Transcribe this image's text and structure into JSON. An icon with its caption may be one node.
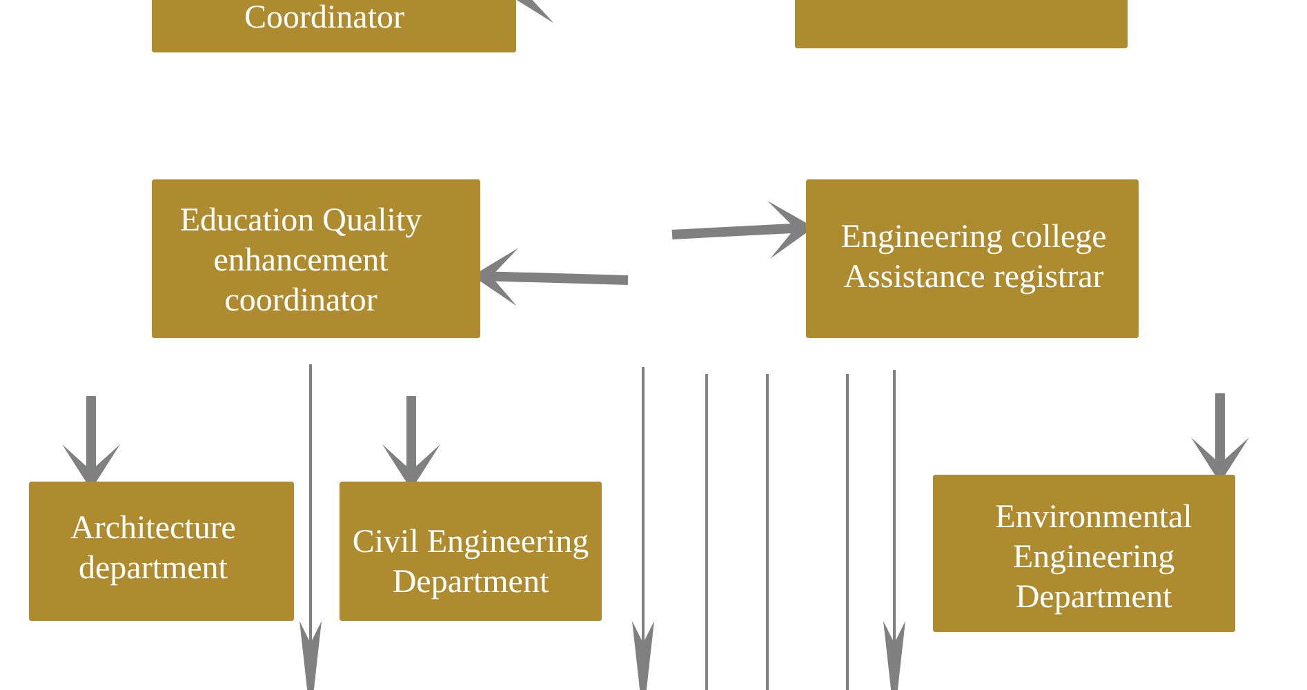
{
  "diagram": {
    "nodes": [
      {
        "text": [
          "Coordinator"
        ]
      },
      {
        "text": [],
        "shape": "box"
      },
      {
        "text": [
          "Education Quality enhancement coordinator"
        ]
      },
      {
        "text": [
          "Engineering college Assistance registrar"
        ]
      },
      {
        "text": [
          "Architecture department"
        ]
      },
      {
        "text": [
          "Civil Engineering Department"
        ]
      },
      {
        "text": [
          "Environmental Engineering Department"
        ]
      }
    ],
    "edges": [
      {
        "from": null,
        "to": 0,
        "arrow": "to"
      },
      {
        "from": null,
        "to": 3,
        "arrow": "to"
      },
      {
        "from": null,
        "to": 2,
        "arrow": "to"
      },
      {
        "from": null,
        "to": 4,
        "arrow": "to"
      },
      {
        "from": null,
        "to": 5,
        "arrow": "to"
      },
      {
        "from": null,
        "to": 6,
        "arrow": "to"
      }
    ]
  }
}
